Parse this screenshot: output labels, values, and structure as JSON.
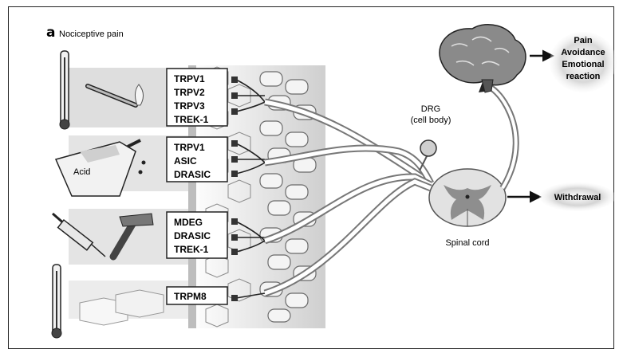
{
  "panel": {
    "letter": "a",
    "title": "Nociceptive pain"
  },
  "stimuli": {
    "heat": {
      "channels": [
        "TRPV1",
        "TRPV2",
        "TRPV3",
        "TREK-1"
      ]
    },
    "acid": {
      "label": "Acid",
      "channels": [
        "TRPV1",
        "ASIC",
        "DRASIC"
      ]
    },
    "mechanical": {
      "channels": [
        "MDEG",
        "DRASIC",
        "TREK-1"
      ]
    },
    "cold": {
      "channels": [
        "TRPM8"
      ]
    }
  },
  "labels": {
    "drg_line1": "DRG",
    "drg_line2": "(cell body)",
    "spinal_cord": "Spinal cord",
    "withdrawal": "Withdrawal",
    "pain_line1": "Pain",
    "pain_line2": "Avoidance",
    "pain_line3": "Emotional",
    "pain_line4": "reaction"
  }
}
